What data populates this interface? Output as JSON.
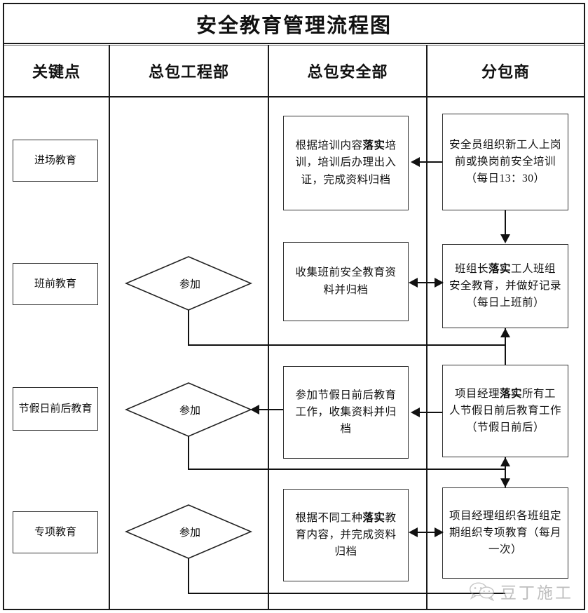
{
  "document": {
    "title": "安全教育管理流程图"
  },
  "header": {
    "columns": [
      {
        "label": "关键点"
      },
      {
        "label": "总包工程部"
      },
      {
        "label": "总包安全部"
      },
      {
        "label": "分包商"
      }
    ]
  },
  "rows": [
    {
      "key_point": "进场教育",
      "gc_decision": "",
      "safety_box": {
        "pre": "根据培训内容",
        "bold": "落实",
        "post": "培训，培训后办理出入证，完成资料归档"
      },
      "sub_box": {
        "pre": "安全员组织新工人上岗前或换岗前安全培训（每日13：30）",
        "bold": "",
        "post": ""
      }
    },
    {
      "key_point": "班前教育",
      "gc_decision": "参加",
      "safety_box": {
        "pre": "收集班前安全教育资料并归档",
        "bold": "",
        "post": ""
      },
      "sub_box": {
        "pre": "班组长",
        "bold": "落实",
        "post": "工人班组安全教育，并做好记录（每日上班前）"
      }
    },
    {
      "key_point": "节假日前后教育",
      "gc_decision": "参加",
      "safety_box": {
        "pre": "参加节假日前后教育工作，收集资料并归档",
        "bold": "",
        "post": ""
      },
      "sub_box": {
        "pre": "项目经理",
        "bold": "落实",
        "post": "所有工人节假日前后教育工作（节假日前后）"
      }
    },
    {
      "key_point": "专项教育",
      "gc_decision": "参加",
      "safety_box": {
        "pre": "根据不同工种",
        "bold": "落实",
        "post": "教育内容，并完成资料归档"
      },
      "sub_box": {
        "pre": "项目经理组织各班组定期组织专项教育（每月一次）",
        "bold": "",
        "post": ""
      }
    }
  ],
  "watermark": {
    "text": "豆丁施工",
    "icon": "wechat-icon"
  },
  "colors": {
    "line": "#1a1a1a",
    "box_border": "#333333",
    "background": "#ffffff",
    "watermark": "#8a8a8a"
  }
}
